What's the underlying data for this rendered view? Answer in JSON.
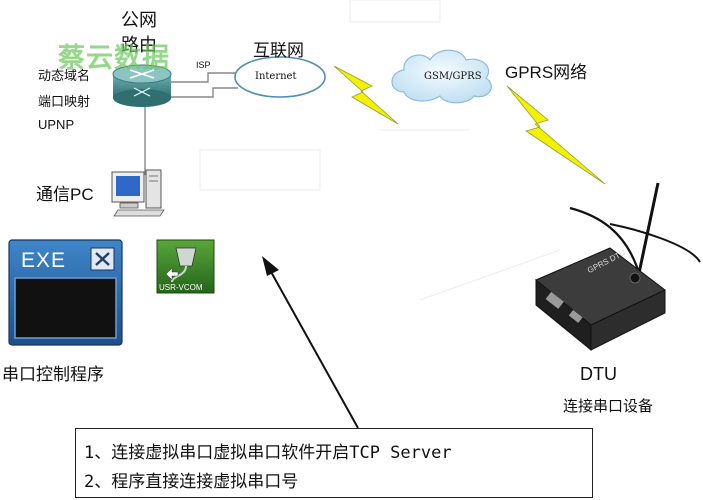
{
  "labels": {
    "router_title_line1": "公网",
    "router_title_line2": "路由",
    "internet_title": "互联网",
    "gprs_title": "GPRS网络",
    "watermark": "蔡云数据",
    "router_features": [
      "动态域名",
      "端口映射",
      "UPNP"
    ],
    "pc_title": "通信PC",
    "app_title": "串口控制程序",
    "dtu_title": "DTU",
    "dtu_subtitle": "连接串口设备"
  },
  "icons": {
    "exe_text": "EXE",
    "vcom_text": "USR-VCOM",
    "internet_cloud_text": "Internet",
    "gsm_cloud_text": "GSM/GPRS",
    "isp_text": "ISP",
    "dtu_brand": "GPRS DTU"
  },
  "notes": [
    "1、连接虚拟串口虚拟串口软件开启TCP Server",
    "2、程序直接连接虚拟串口号"
  ],
  "colors": {
    "lightning": "#f2f200",
    "router": "#4a8c8c",
    "cloud": "#d7ecf8",
    "exe_frame": "#2b6cb0",
    "vcom_bg": "#2f7a1f",
    "dtu_body": "#2a2a2a",
    "watermark": "#6ec85f"
  }
}
